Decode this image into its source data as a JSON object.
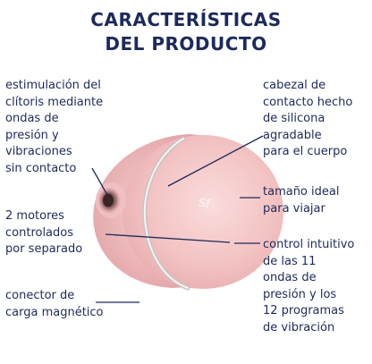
{
  "header": {
    "line1": "CARACTERÍSTICAS",
    "line2": "DEL PRODUCTO"
  },
  "features": {
    "stimulation": [
      "estimulación del",
      "clítoris mediante",
      "ondas de",
      "presión y",
      "vibraciones",
      "sin contacto"
    ],
    "motors": [
      "2 motores",
      "controlados",
      "por separado"
    ],
    "connector": [
      "conector de",
      "carga magnético"
    ],
    "head": [
      "cabezal de",
      "contacto hecho",
      "de silicona",
      "agradable",
      "para el cuerpo"
    ],
    "size": [
      "tamaño ideal",
      "para viajar"
    ],
    "control": [
      "control intuitivo",
      "de las 11",
      "ondas de",
      "presión y los",
      "12 programas",
      "de vibración"
    ]
  },
  "product": {
    "logo_mark": "Sf",
    "body_color": "#f4c4c4",
    "accent_color": "#1c2a5b"
  }
}
